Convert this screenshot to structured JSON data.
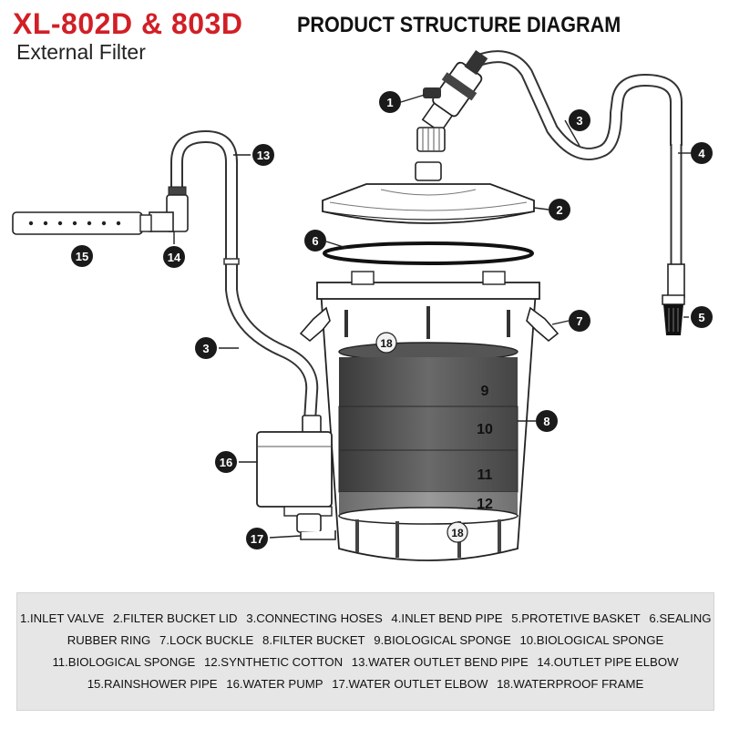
{
  "header": {
    "model_title": "XL-802D & 803D",
    "diagram_title": "PRODUCT STRUCTURE DIAGRAM",
    "product_name": "External Filter"
  },
  "callouts": [
    "1",
    "2",
    "3",
    "4",
    "5",
    "6",
    "7",
    "8",
    "9",
    "10",
    "11",
    "12",
    "13",
    "14",
    "15",
    "16",
    "17",
    "18"
  ],
  "legend": {
    "lines": [
      [
        "1.INLET VALVE",
        "2.FILTER BUCKET LID",
        "3.CONNECTING HOSES",
        "4.INLET BEND PIPE",
        "5.PROTETIVE BASKET",
        "6.SEALING"
      ],
      [
        "RUBBER RING",
        "7.LOCK BUCKLE",
        "8.FILTER BUCKET",
        "9.BIOLOGICAL SPONGE",
        "10.BIOLOGICAL SPONGE"
      ],
      [
        "11.BIOLOGICAL SPONGE",
        "12.SYNTHETIC COTTON",
        "13.WATER OUTLET BEND PIPE",
        "14.OUTLET PIPE ELBOW"
      ],
      [
        "15.RAINSHOWER PIPE",
        "16.WATER PUMP",
        "17.WATER OUTLET ELBOW",
        "18.WATERPROOF FRAME"
      ]
    ]
  },
  "colors": {
    "title_red": "#d11f26",
    "legend_bg": "#e6e6e6",
    "callout_fill": "#1a1a1a"
  }
}
